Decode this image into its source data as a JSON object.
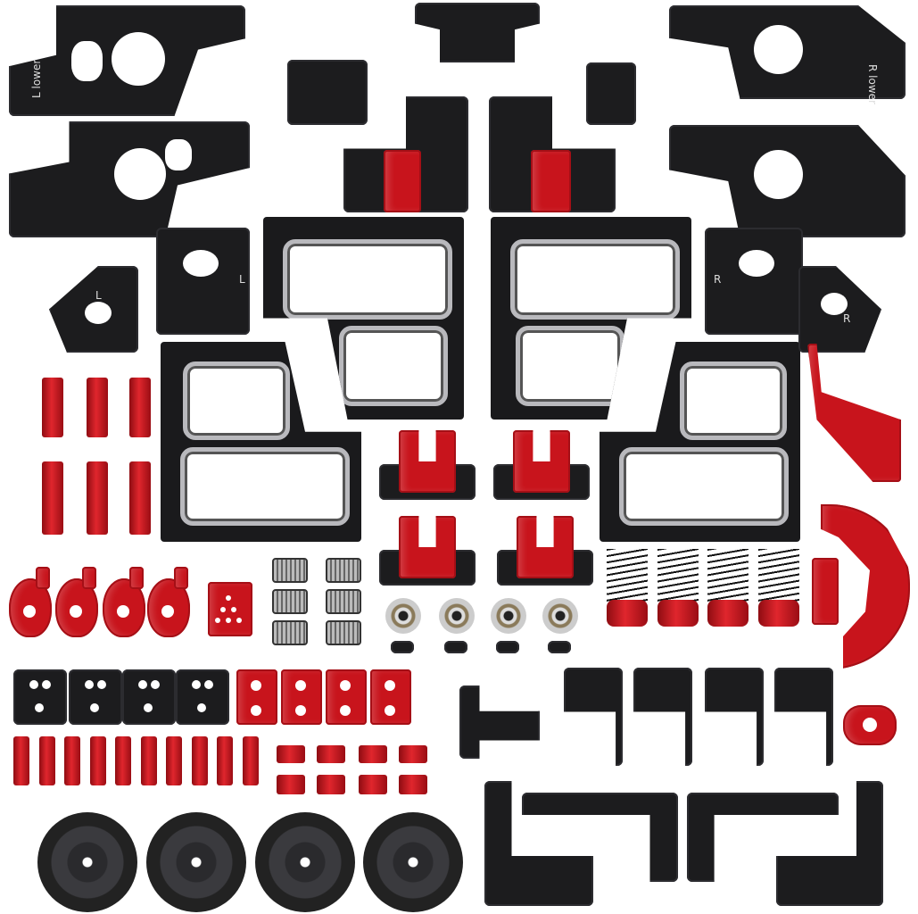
{
  "engravings": {
    "left_lower_plate": "L lower",
    "right_lower_plate": "R lower",
    "left_small_plate": "L",
    "left_bracket_plate": "L",
    "right_small_plate": "R",
    "right_bracket_plate": "R"
  },
  "colors": {
    "anodized_black": "#1c1c1e",
    "anodized_red": "#c8141c",
    "background": "#ffffff"
  }
}
